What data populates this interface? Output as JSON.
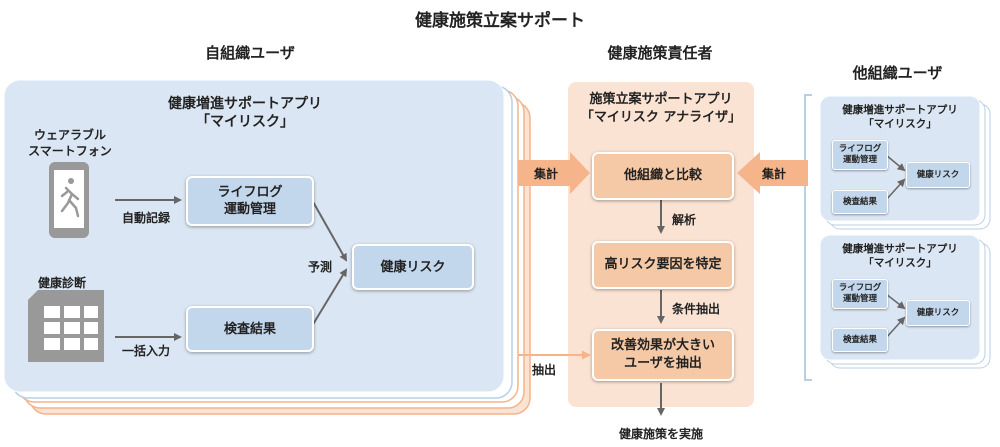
{
  "title": "健康施策立案サポート",
  "left": {
    "header": "自組織ユーザ",
    "app_name": "健康増進サポートアプリ",
    "app_sub": "「マイリスク」",
    "device_label_1": "ウェアラブル",
    "device_label_2": "スマートフォン",
    "checkup_label": "健康診断",
    "auto_record": "自動記録",
    "bulk_input": "一括入力",
    "lifelog_1": "ライフログ",
    "lifelog_2": "運動管理",
    "exam_result": "検査結果",
    "predict": "予測",
    "health_risk": "健康リスク"
  },
  "middle": {
    "header": "健康施策責任者",
    "app_name_1": "施策立案サポートアプリ",
    "app_name_2": "「マイリスク アナライザ」",
    "compare": "他組織と比較",
    "analysis": "解析",
    "high_risk": "高リスク要因を特定",
    "condition_extract": "条件抽出",
    "effect_1": "改善効果が大きい",
    "effect_2": "ユーザを抽出",
    "implement": "健康施策を実施",
    "aggregate_left": "集計",
    "aggregate_right": "集計",
    "extract": "抽出"
  },
  "right": {
    "header": "他組織ユーザ",
    "panels": [
      {
        "app_name": "健康増進サポートアプリ",
        "app_sub": "「マイリスク」",
        "lifelog_1": "ライフログ",
        "lifelog_2": "運動管理",
        "exam_result": "検査結果",
        "health_risk": "健康リスク"
      },
      {
        "app_name": "健康増進サポートアプリ",
        "app_sub": "「マイリスク」",
        "lifelog_1": "ライフログ",
        "lifelog_2": "運動管理",
        "exam_result": "検査結果",
        "health_risk": "健康リスク"
      }
    ]
  },
  "colors": {
    "blue_panel": "#dae6f3",
    "blue_box": "#c3d7ec",
    "orange_panel": "#fbe3d3",
    "orange_box": "#f6c9a6",
    "orange_arrow": "#f5b48a",
    "gray_icon": "#999999"
  }
}
